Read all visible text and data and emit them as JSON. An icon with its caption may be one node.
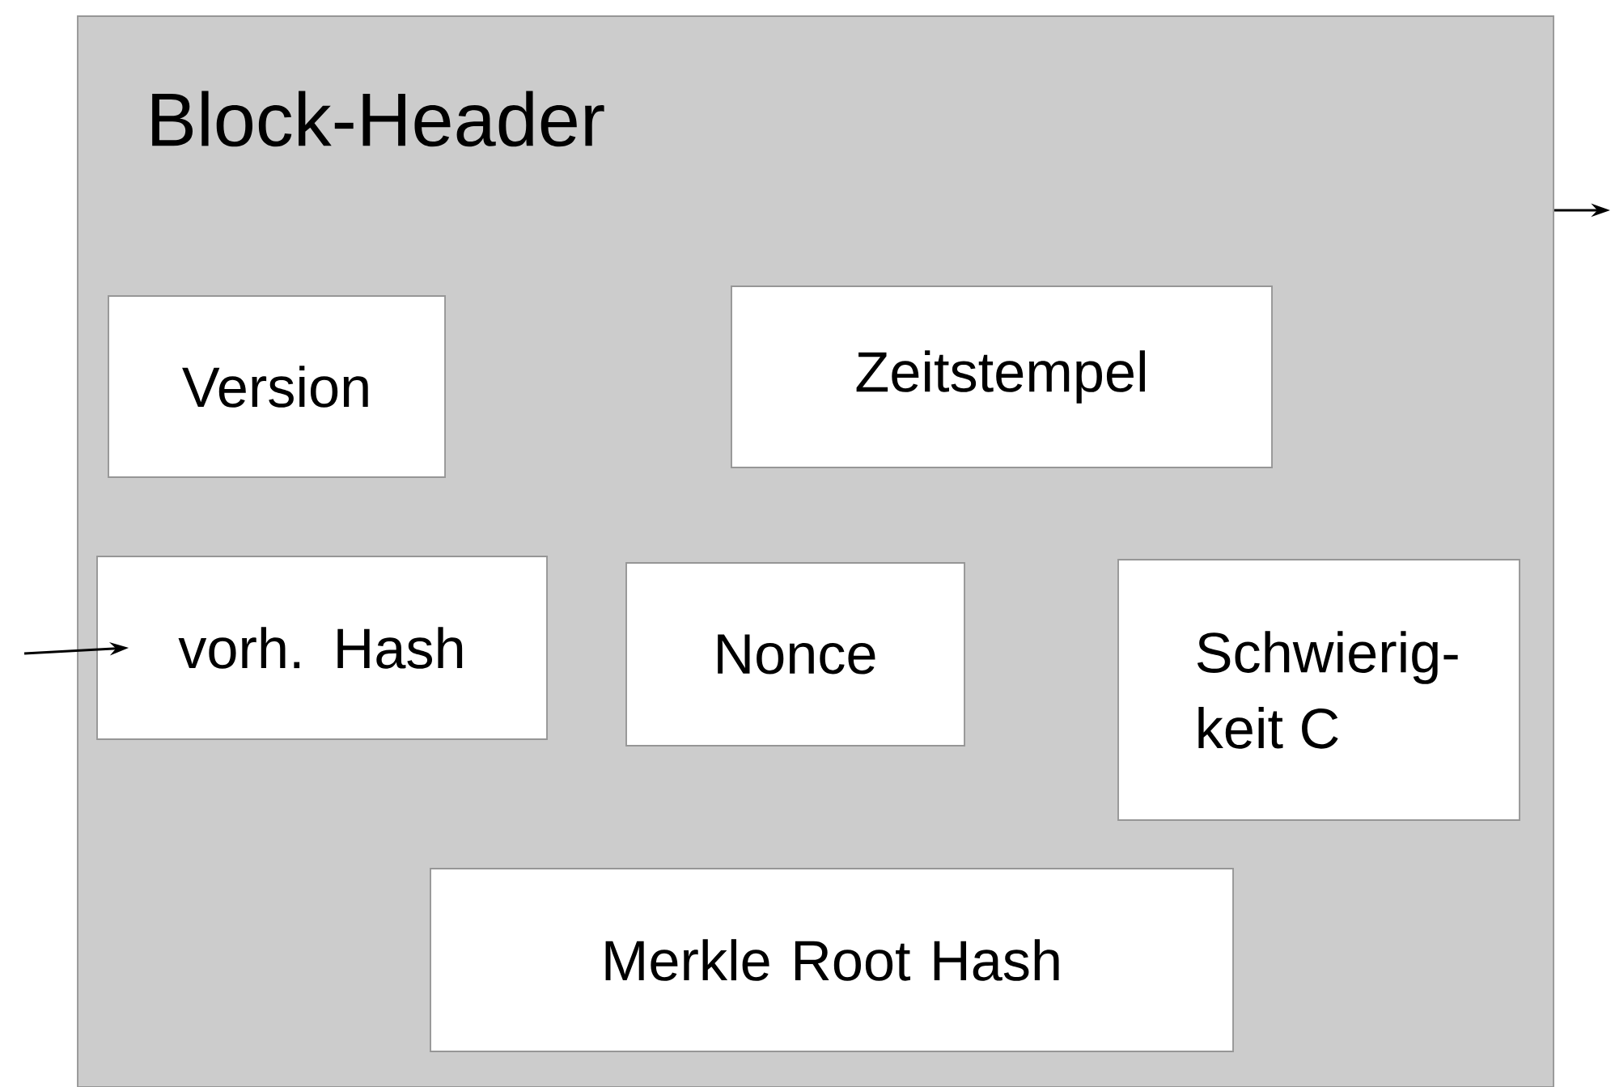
{
  "diagram": {
    "nodes": [
      {
        "text": [
          "Block-Header"
        ]
      },
      {
        "text": [
          "Version"
        ],
        "in": 0
      },
      {
        "text": [
          "Zeitstempel"
        ],
        "in": 0
      },
      {
        "text": [
          "vorh. Hash"
        ],
        "in": 0
      },
      {
        "text": [
          "Nonce"
        ],
        "in": 0
      },
      {
        "text": [
          "Schwierig- keit C"
        ],
        "in": 0
      },
      {
        "text": [
          "Merkle Root Hash"
        ],
        "in": 0
      }
    ],
    "edges": [
      {
        "from": null,
        "to": 3,
        "arrow": "to"
      },
      {
        "from": 0,
        "to": null,
        "arrow": "to"
      }
    ]
  }
}
